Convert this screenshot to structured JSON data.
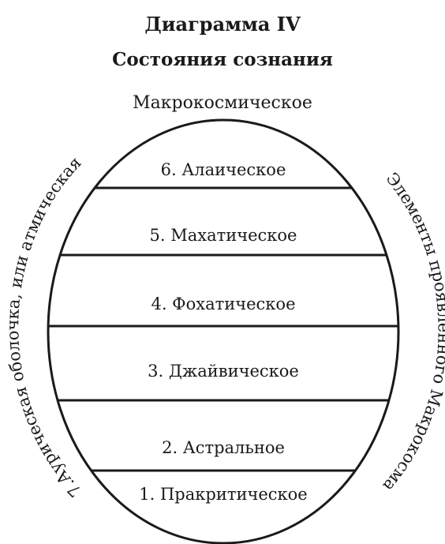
{
  "header": {
    "title": "Диаграмма IV",
    "subtitle": "Состояния сознания",
    "top_label": "Макрокосмическое"
  },
  "side_labels": {
    "left": "7.Аурическая оболочка, или атмическая",
    "right": "Элементы проявленного Макрокосма"
  },
  "levels": [
    {
      "number": "6.",
      "name": "Алаическое"
    },
    {
      "number": "5.",
      "name": "Махатическое"
    },
    {
      "number": "4.",
      "name": "Фохатическое"
    },
    {
      "number": "3.",
      "name": "Джайвическое"
    },
    {
      "number": "2.",
      "name": "Астральное"
    },
    {
      "number": "1.",
      "name": "Пракритическое"
    }
  ],
  "colors": {
    "ink": "#1a1a1a",
    "background": "#ffffff"
  }
}
